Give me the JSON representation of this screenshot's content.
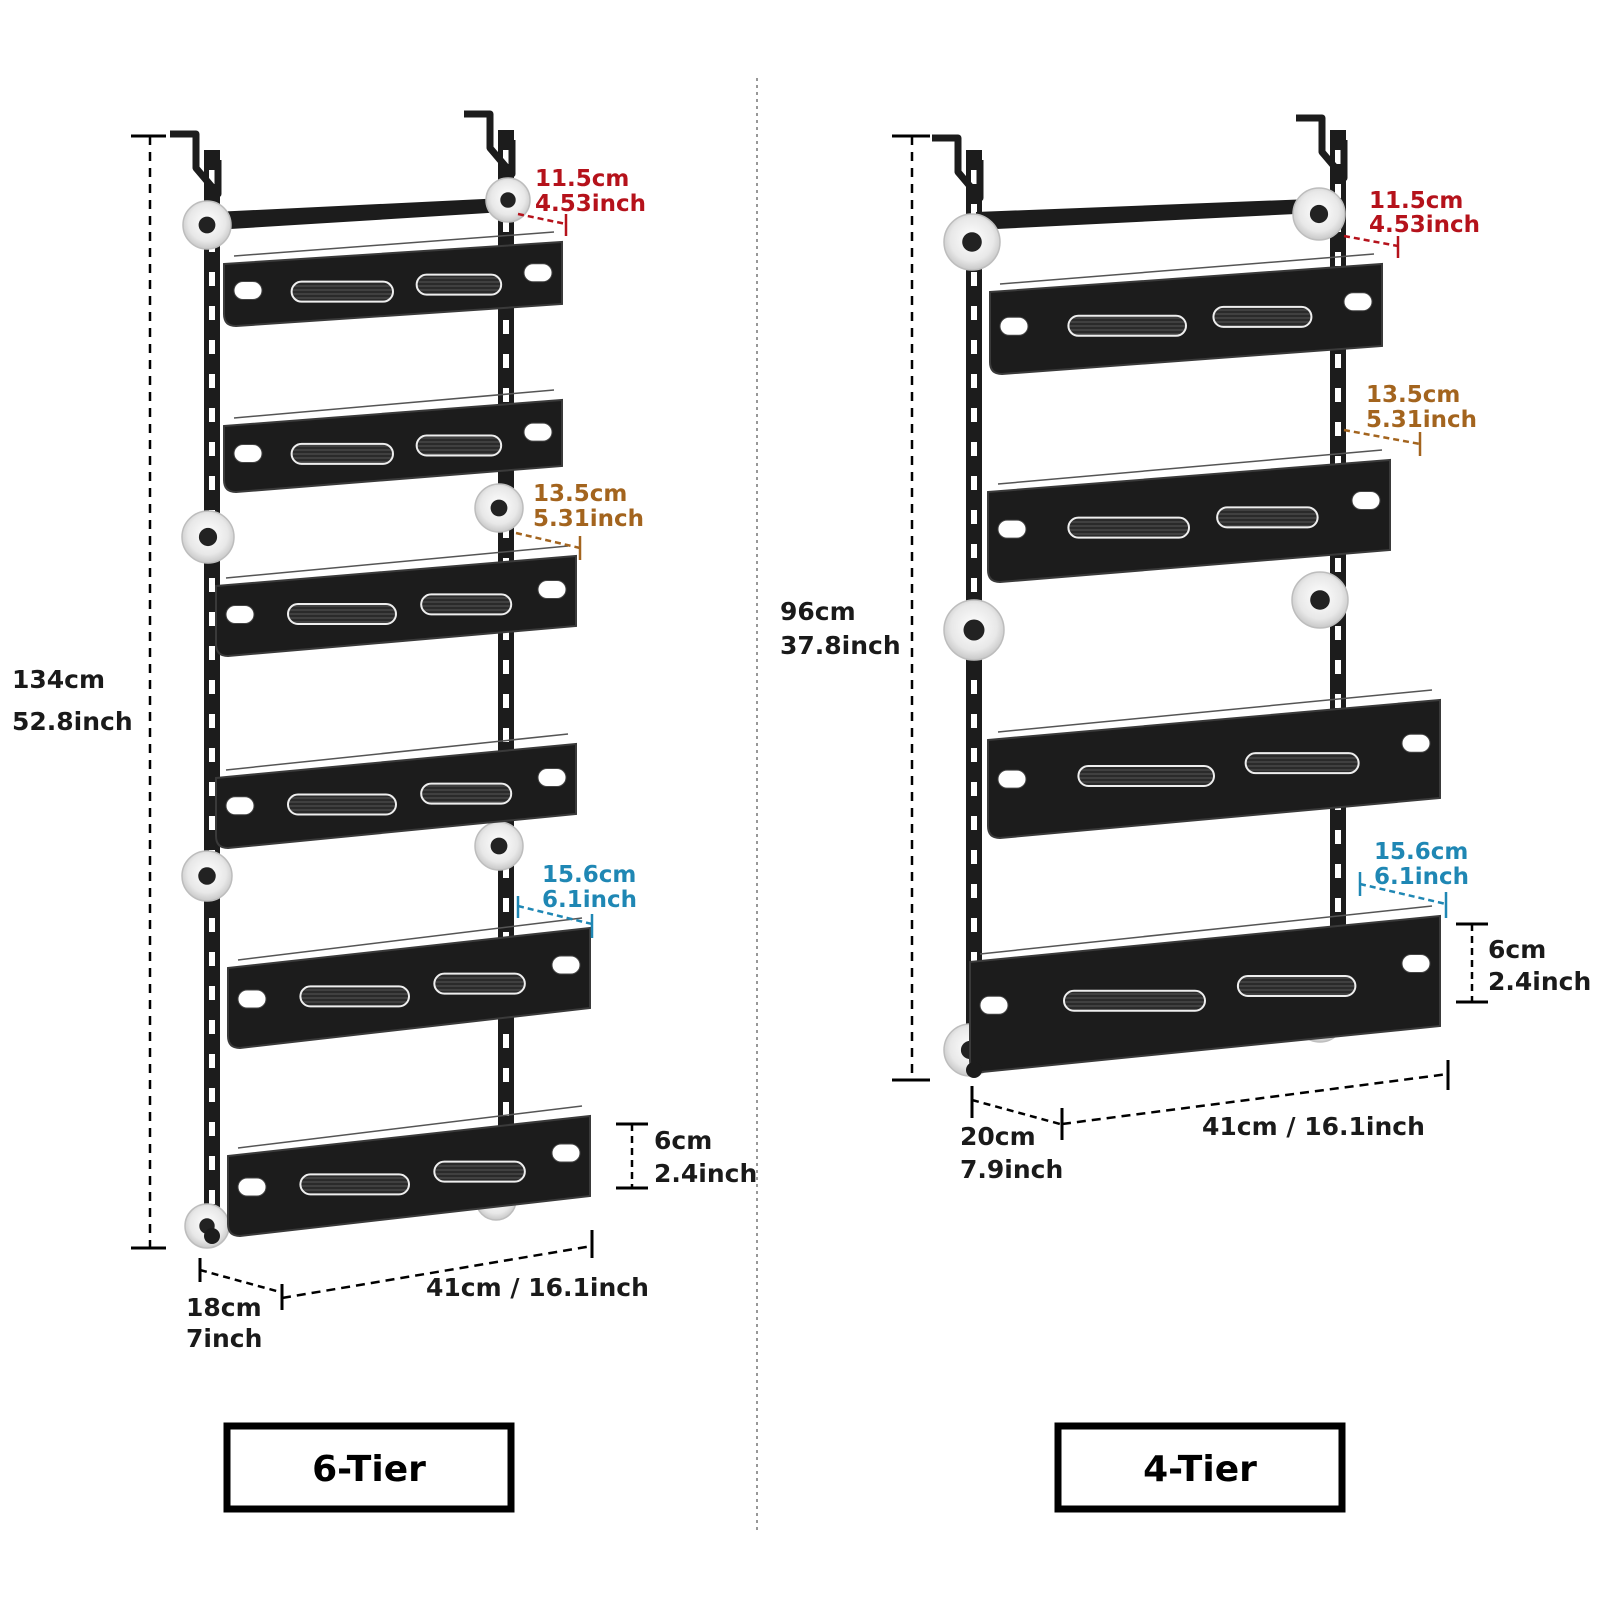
{
  "divider": true,
  "colors": {
    "metal": "#1c1c1c",
    "metal_edge": "#3a3a3a",
    "red_dim": "#b5121b",
    "brown_dim": "#a3641e",
    "blue_dim": "#1f87b4",
    "suction_cup": "#e6e6e6"
  },
  "six_tier": {
    "label": "6-Tier",
    "height_cm": "134cm",
    "height_in": "52.8inch",
    "top_spacing_cm": "11.5cm",
    "top_spacing_in": "4.53inch",
    "mid_spacing_cm": "13.5cm",
    "mid_spacing_in": "5.31inch",
    "low_spacing_cm": "15.6cm",
    "low_spacing_in": "6.1inch",
    "basket_height_cm": "6cm",
    "basket_height_in": "2.4inch",
    "width": "41cm / 16.1inch",
    "depth_cm": "18cm",
    "depth_in": "7inch"
  },
  "four_tier": {
    "label": "4-Tier",
    "height_cm": "96cm",
    "height_in": "37.8inch",
    "top_spacing_cm": "11.5cm",
    "top_spacing_in": "4.53inch",
    "mid_spacing_cm": "13.5cm",
    "mid_spacing_in": "5.31inch",
    "low_spacing_cm": "15.6cm",
    "low_spacing_in": "6.1inch",
    "basket_height_cm": "6cm",
    "basket_height_in": "2.4inch",
    "width": "41cm / 16.1inch",
    "depth_cm": "20cm",
    "depth_in": "7.9inch"
  }
}
